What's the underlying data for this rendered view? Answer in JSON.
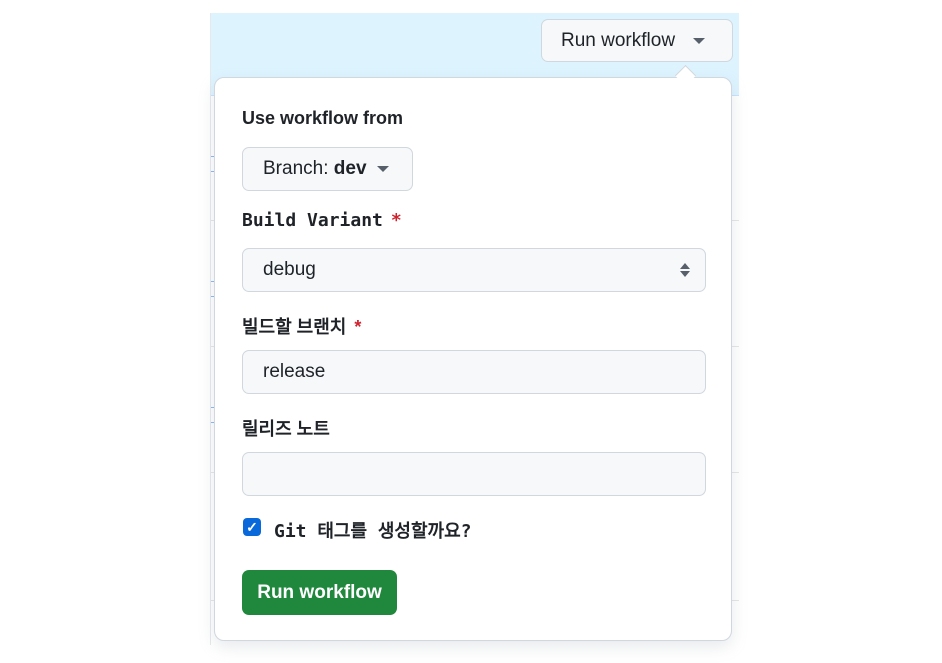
{
  "header": {
    "run_workflow_label": "Run workflow"
  },
  "popover": {
    "source_label": "Use workflow from",
    "branch_prefix": "Branch: ",
    "branch_value": "dev",
    "inputs": [
      {
        "label": "Build Variant",
        "required_mark": "*",
        "value": "debug",
        "type": "select"
      },
      {
        "label": "빌드할 브랜치",
        "required_mark": "*",
        "value": "release",
        "type": "text"
      },
      {
        "label": "릴리즈 노트",
        "value": "",
        "type": "text"
      }
    ],
    "checkbox": {
      "label": "Git 태그를 생성할까요?",
      "checked": true
    },
    "submit_label": "Run workflow"
  },
  "colors": {
    "accent": "#1f883d",
    "header_bg": "#ddf4ff",
    "required": "#cf222e",
    "checkbox": "#0969da"
  }
}
